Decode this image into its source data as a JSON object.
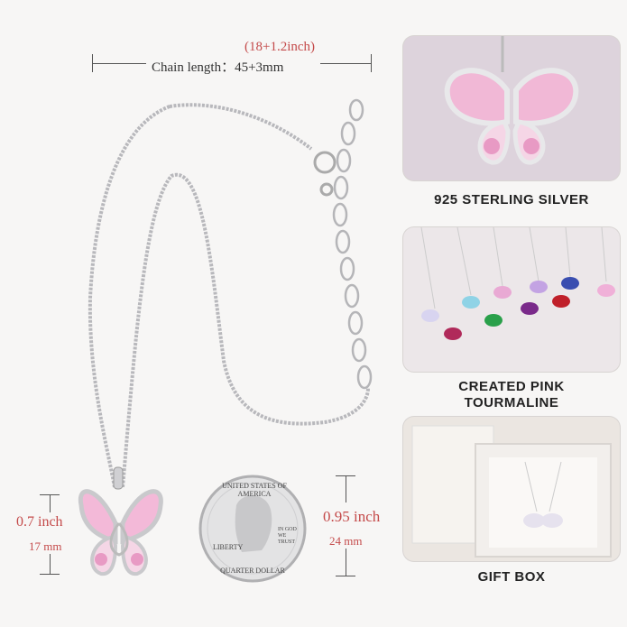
{
  "chain": {
    "inch_label": "(18+1.2inch)",
    "length_label": "Chain length：45+3mm"
  },
  "pendant_width": {
    "inch": "0.7 inch",
    "mm": "17 mm"
  },
  "pendant_height": {
    "inch": "0.95 inch",
    "mm": "24 mm"
  },
  "coin": {
    "top_text": "UNITED STATES OF AMERICA",
    "liberty": "LIBERTY",
    "motto": "IN GOD WE TRUST",
    "bottom_text": "QUARTER DOLLAR"
  },
  "panels": [
    {
      "caption": "925 STERLING SILVER"
    },
    {
      "caption_line1": "CREATED PINK",
      "caption_line2": "TOURMALINE"
    },
    {
      "caption": "GIFT BOX"
    }
  ],
  "colors": {
    "accent": "#c44a4a",
    "pink_stone": "#e89ac4",
    "silver": "#c9c9cc"
  }
}
